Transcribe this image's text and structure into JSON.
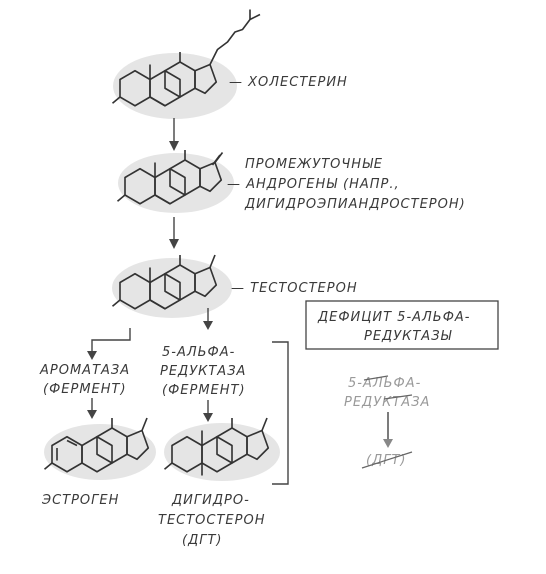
{
  "labels": {
    "cholesterol": "— ХОЛЕСТЕРИН",
    "intermediate": [
      "ПРОМЕЖУТОЧНЫЕ",
      "— АНДРОГЕНЫ (НАПР.,",
      "ДИГИДРОЭПИАНДРОСТЕРОН)"
    ],
    "testosterone": "— ТЕСТОСТЕРОН",
    "aromatase": [
      "АРОМАТАЗА",
      "(ФЕРМЕНТ)"
    ],
    "reductase": [
      "5-АЛЬФА-",
      "РЕДУКТАЗА",
      "(ФЕРМЕНТ)"
    ],
    "estrogen": "ЭСТРОГЕН",
    "dht": [
      "ДИГИДРО-",
      "ТЕСТОСТЕРОН",
      "(ДГТ)"
    ]
  },
  "deficiency": {
    "title": [
      "ДЕФИЦИТ 5-АЛЬФА-",
      "РЕДУКТАЗЫ"
    ],
    "enzyme": [
      "5-АЛЬФА-",
      "РЕДУКТАЗА"
    ],
    "product": "(ДГТ)"
  }
}
